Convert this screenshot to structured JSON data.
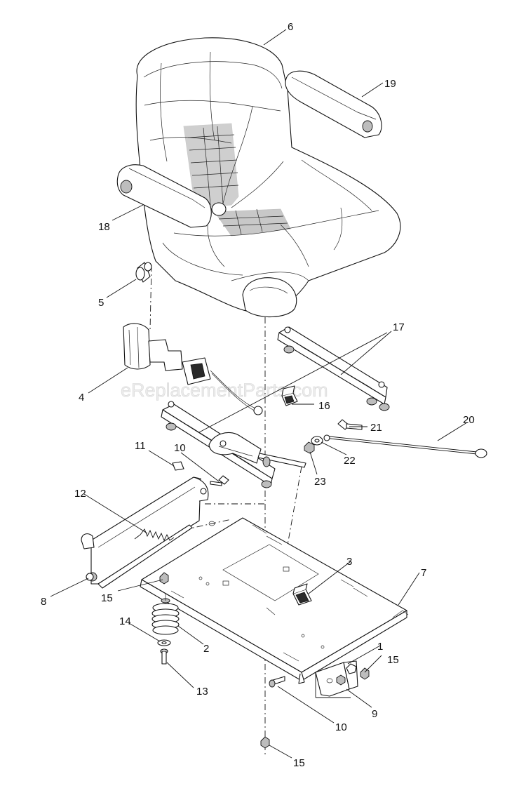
{
  "watermark": "eReplacementParts.com",
  "callouts": {
    "c1": "1",
    "c2": "2",
    "c3": "3",
    "c4": "4",
    "c5": "5",
    "c6": "6",
    "c7": "7",
    "c8": "8",
    "c9": "9",
    "c10a": "10",
    "c10b": "10",
    "c11": "11",
    "c12": "12",
    "c13": "13",
    "c14": "14",
    "c15a": "15",
    "c15b": "15",
    "c15c": "15",
    "c16": "16",
    "c17": "17",
    "c18": "18",
    "c19": "19",
    "c20": "20",
    "c21": "21",
    "c22": "22",
    "c23": "23"
  }
}
